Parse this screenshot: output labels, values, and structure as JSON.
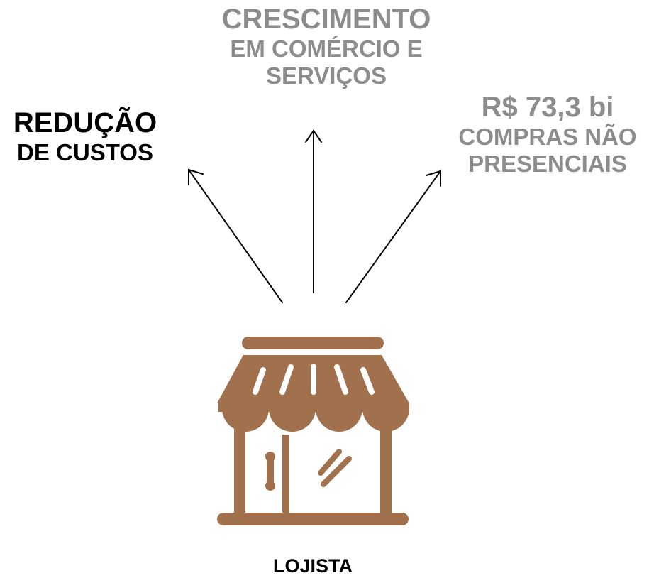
{
  "nodes": {
    "top": {
      "line1": "CRESCIMENTO",
      "line2": "EM COMÉRCIO E",
      "line3": "SERVIÇOS",
      "color": "#8c8c8c"
    },
    "left": {
      "line1": "REDUÇÃO",
      "line2": "DE CUSTOS",
      "color": "#000000"
    },
    "right": {
      "line1": "R$ 73,3 bi",
      "line2": "COMPRAS NÃO",
      "line3": "PRESENCIAIS",
      "color": "#8c8c8c"
    },
    "bottom": {
      "label": "LOJISTA"
    }
  },
  "icon": {
    "name": "storefront-icon",
    "color": "#a0714c"
  }
}
